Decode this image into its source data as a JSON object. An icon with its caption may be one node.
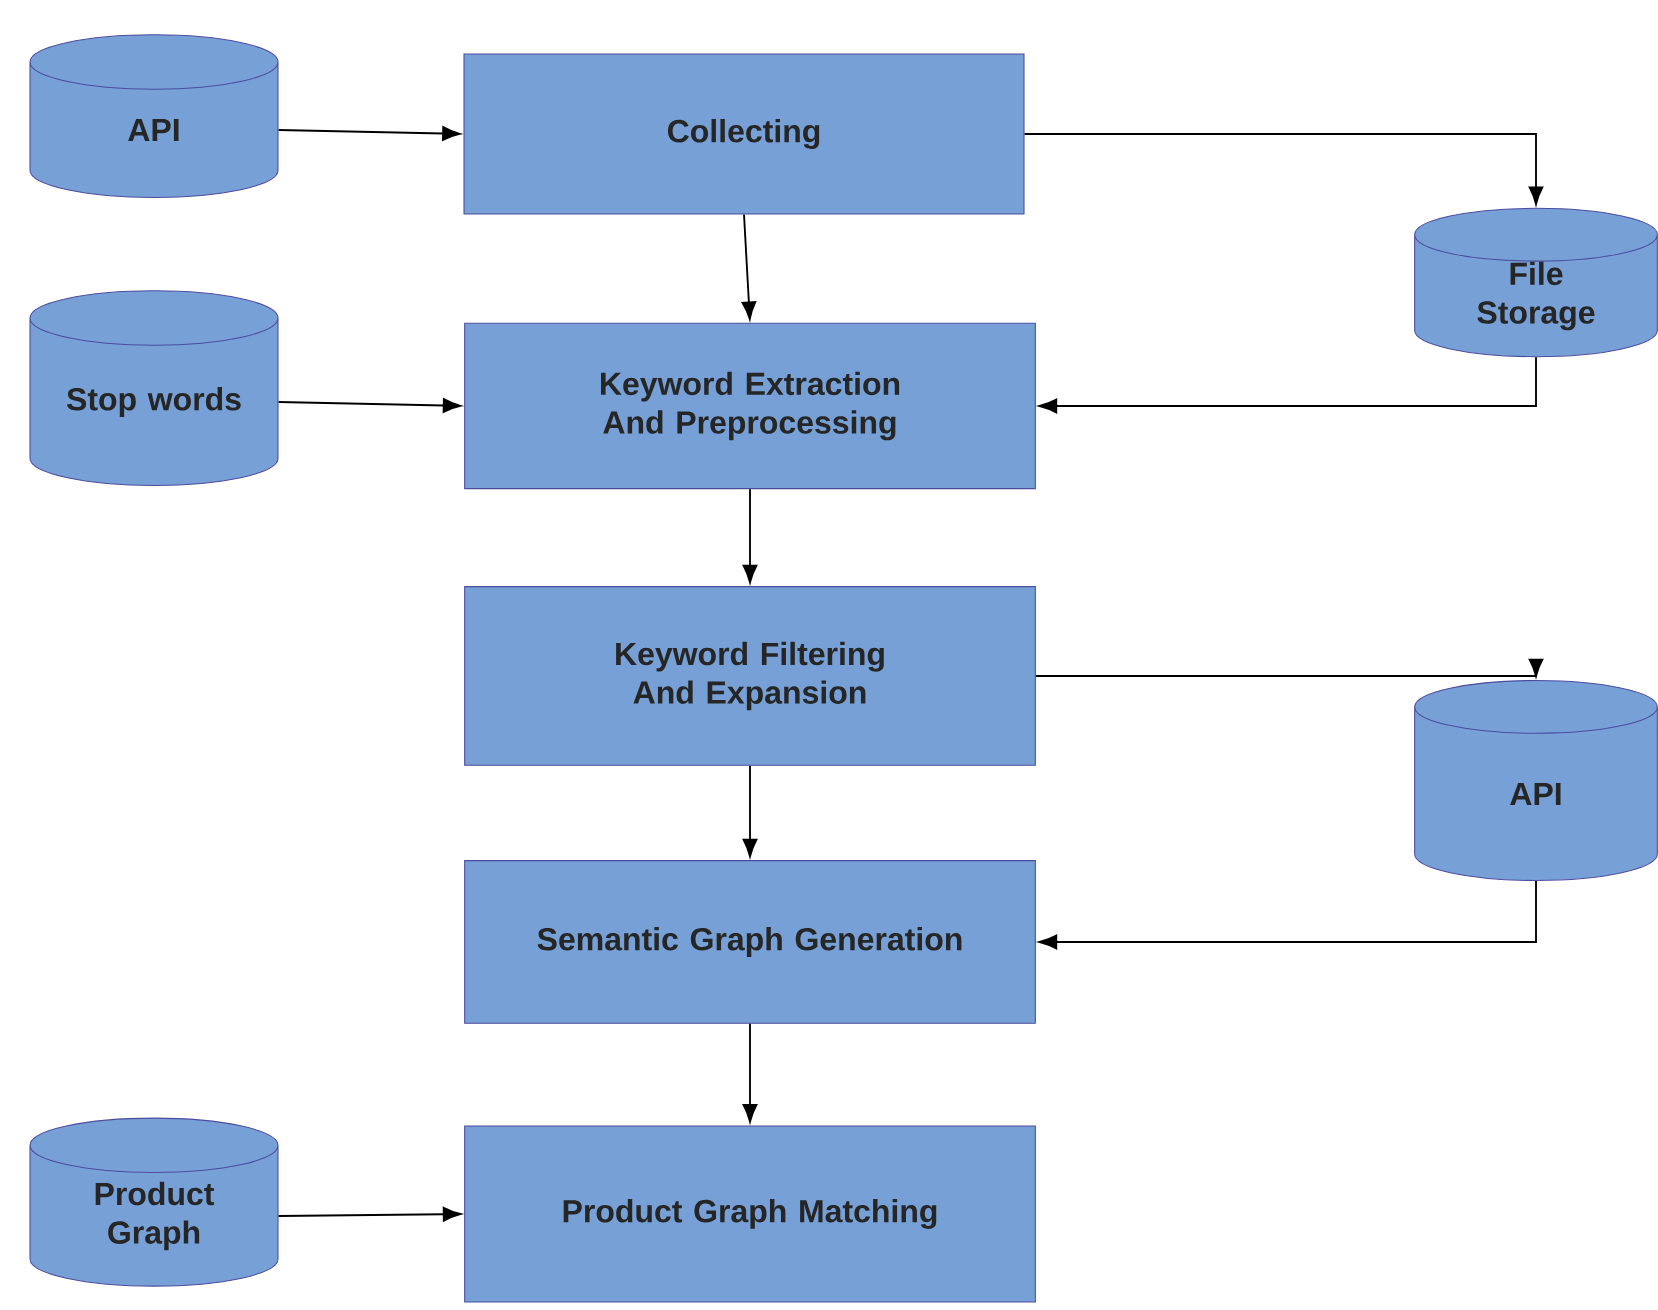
{
  "diagram": {
    "nodes": [
      {
        "text": [
          "API"
        ]
      },
      {
        "text": [
          "Collecting"
        ]
      },
      {
        "text": [
          "File Storage"
        ]
      },
      {
        "text": [
          "Stop words"
        ]
      },
      {
        "text": [
          "Keyword Extraction And Preprocessing"
        ]
      },
      {
        "text": [
          "Keyword Filtering And Expansion"
        ]
      },
      {
        "text": [
          "API"
        ]
      },
      {
        "text": [
          "Semantic Graph Generation"
        ]
      },
      {
        "text": [
          "Product Graph Matching"
        ]
      },
      {
        "text": [
          "Product Graph"
        ]
      }
    ],
    "edges": [
      {
        "from": 0,
        "to": 1,
        "arrow": "to"
      },
      {
        "from": 1,
        "to": 2,
        "arrow": "to"
      },
      {
        "from": 1,
        "to": 4,
        "arrow": "to"
      },
      {
        "from": 2,
        "to": 4,
        "arrow": "to"
      },
      {
        "from": 3,
        "to": 4,
        "arrow": "to"
      },
      {
        "from": 4,
        "to": 5,
        "arrow": "to"
      },
      {
        "from": 5,
        "to": 6,
        "arrow": "to"
      },
      {
        "from": 5,
        "to": 7,
        "arrow": "to"
      },
      {
        "from": 6,
        "to": 7,
        "arrow": "to"
      },
      {
        "from": 7,
        "to": 8,
        "arrow": "to"
      },
      {
        "from": 9,
        "to": 8,
        "arrow": "to"
      }
    ]
  }
}
